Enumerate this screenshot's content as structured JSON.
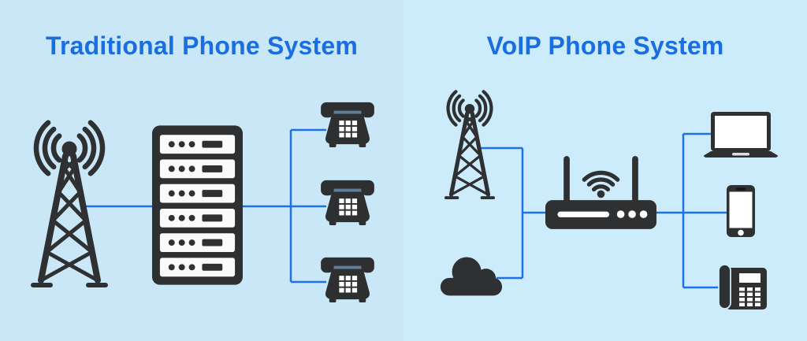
{
  "header": {
    "left_title": "Traditional Phone System",
    "right_title": "VoIP Phone System"
  },
  "colors": {
    "title_text": "#1a6ee0",
    "connector_line": "#1d72e4",
    "icon_dark": "#2f3032",
    "left_bg": "#c9e7f7",
    "right_bg": "#cdecfb",
    "device_screen": "#ffffff"
  },
  "diagram": {
    "left": {
      "icons": [
        "cell-tower-icon",
        "server-rack-icon",
        "desk-phone-icon",
        "desk-phone-icon",
        "desk-phone-icon"
      ],
      "connections": [
        "tower-to-server",
        "server-to-phone-bus",
        "bus-to-phone-1",
        "bus-to-phone-2",
        "bus-to-phone-3"
      ]
    },
    "right": {
      "icons": [
        "cell-tower-icon",
        "cloud-icon",
        "wifi-router-icon",
        "laptop-icon",
        "smartphone-icon",
        "voip-phone-icon"
      ],
      "connections": [
        "tower-to-bus",
        "cloud-to-bus",
        "bus-to-router",
        "router-to-device-bus",
        "bus-to-laptop",
        "bus-to-smartphone",
        "bus-to-voip-phone"
      ]
    }
  }
}
